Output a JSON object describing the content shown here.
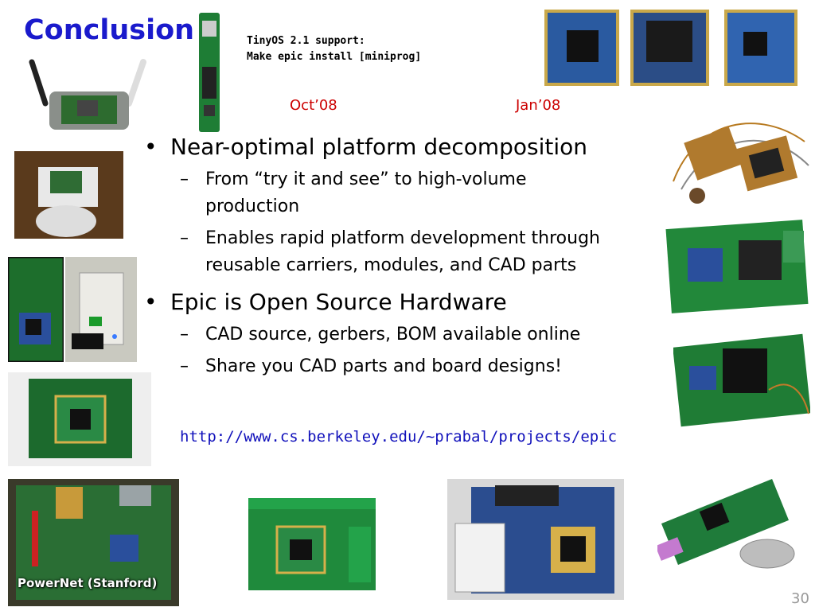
{
  "slide": {
    "title": "Conclusion",
    "support_line1": "TinyOS 2.1 support:",
    "support_line2": "Make epic install [miniprog]",
    "date_oct": "Oct’08",
    "date_jan": "Jan’08",
    "bullets": [
      {
        "text": "Near-optimal platform decomposition",
        "subs": [
          [
            "From “try it and see” to high-volume",
            "production"
          ],
          [
            "Enables rapid platform development through",
            "reusable carriers, modules, and CAD parts"
          ]
        ]
      },
      {
        "text": "Epic is Open Source Hardware",
        "subs": [
          [
            "CAD source, gerbers, BOM available online"
          ],
          [
            "Share you CAD parts and board designs!"
          ]
        ]
      }
    ],
    "link": "http://www.cs.berkeley.edu/~prabal/projects/epic",
    "caption_powernet": "PowerNet (Stanford)",
    "page_number": "30"
  },
  "colors": {
    "title": "#1a1acc",
    "date": "#cc0000",
    "link": "#1111bb",
    "pcb_green": "#1d7a2e",
    "pcb_blue": "#1f4f9a"
  }
}
